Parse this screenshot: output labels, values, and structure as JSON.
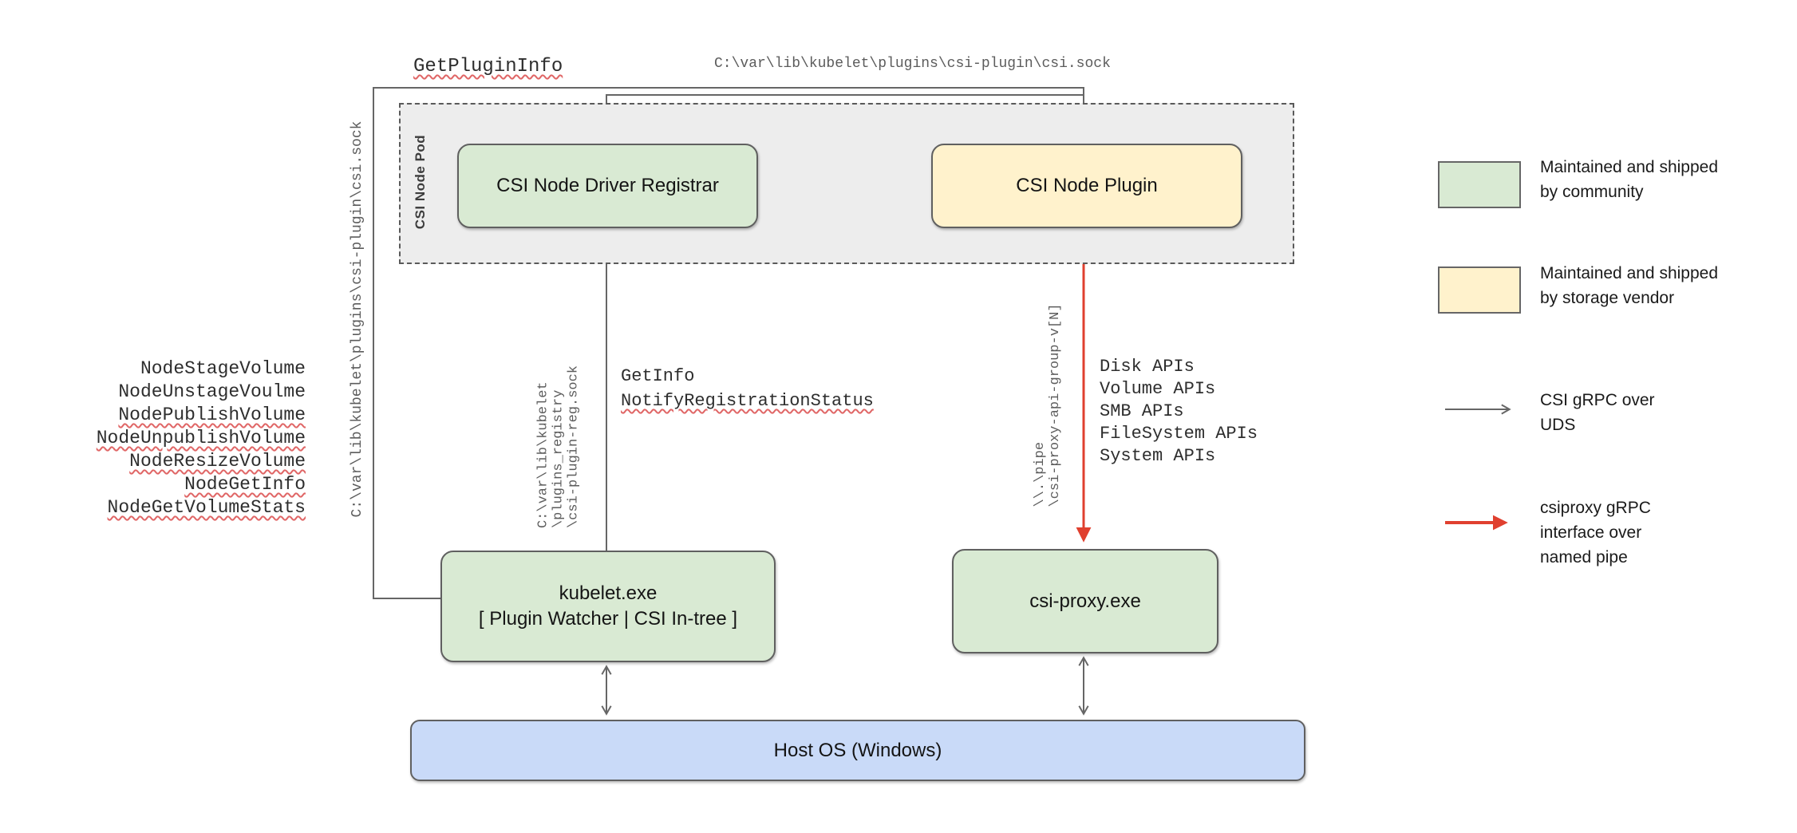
{
  "boxes": {
    "csi_node_pod": {
      "label": "CSI Node Pod",
      "fill": "#ededed"
    },
    "registrar": {
      "label": "CSI Node Driver Registrar",
      "fill": "#d9ead3"
    },
    "plugin": {
      "label": "CSI Node Plugin",
      "fill": "#fff2cc"
    },
    "kubelet": {
      "line1": "kubelet.exe",
      "line2": "[ Plugin Watcher | CSI In-tree ]",
      "fill": "#d9ead3"
    },
    "csi_proxy": {
      "label": "csi-proxy.exe",
      "fill": "#d9ead3"
    },
    "host_os": {
      "label": "Host OS (Windows)",
      "fill": "#c9daf8"
    }
  },
  "paths": {
    "csi_sock_top": "C:\\var\\lib\\kubelet\\plugins\\csi-plugin\\csi.sock",
    "csi_sock_left": "C:\\var\\lib\\kubelet\\plugins\\csi-plugin\\csi.sock",
    "registry_sock_line1": "C:\\var\\lib\\kubelet",
    "registry_sock_line2": "\\plugins_registry",
    "registry_sock_line3": "\\csi-plugin-reg.sock",
    "named_pipe_line1": "\\\\.\\pipe",
    "named_pipe_line2": "\\csi-proxy-api-group-v[N]"
  },
  "rpc_labels": {
    "get_plugin_info": "GetPluginInfo",
    "get_info": "GetInfo",
    "notify_registration_status": "NotifyRegistrationStatus"
  },
  "node_rpcs": [
    "NodeStageVolume",
    "NodeUnstageVoulme",
    "NodePublishVolume",
    "NodeUnpublishVolume",
    "NodeResizeVolume",
    "NodeGetInfo",
    "NodeGetVolumeStats"
  ],
  "api_groups": [
    "Disk APIs",
    "Volume APIs",
    "SMB APIs",
    "FileSystem APIs",
    "System APIs"
  ],
  "legend": {
    "community": {
      "swatch_color": "#d9ead3",
      "line1": "Maintained and shipped",
      "line2": "by community"
    },
    "vendor": {
      "swatch_color": "#fff2cc",
      "line1": "Maintained and shipped",
      "line2": "by storage vendor"
    },
    "uds": {
      "arrow_color": "#666666",
      "line1": "CSI gRPC over",
      "line2": "UDS"
    },
    "named_pipe": {
      "arrow_color": "#e0402f",
      "line1": "csiproxy gRPC",
      "line2": "interface over",
      "line3": "named pipe"
    }
  }
}
